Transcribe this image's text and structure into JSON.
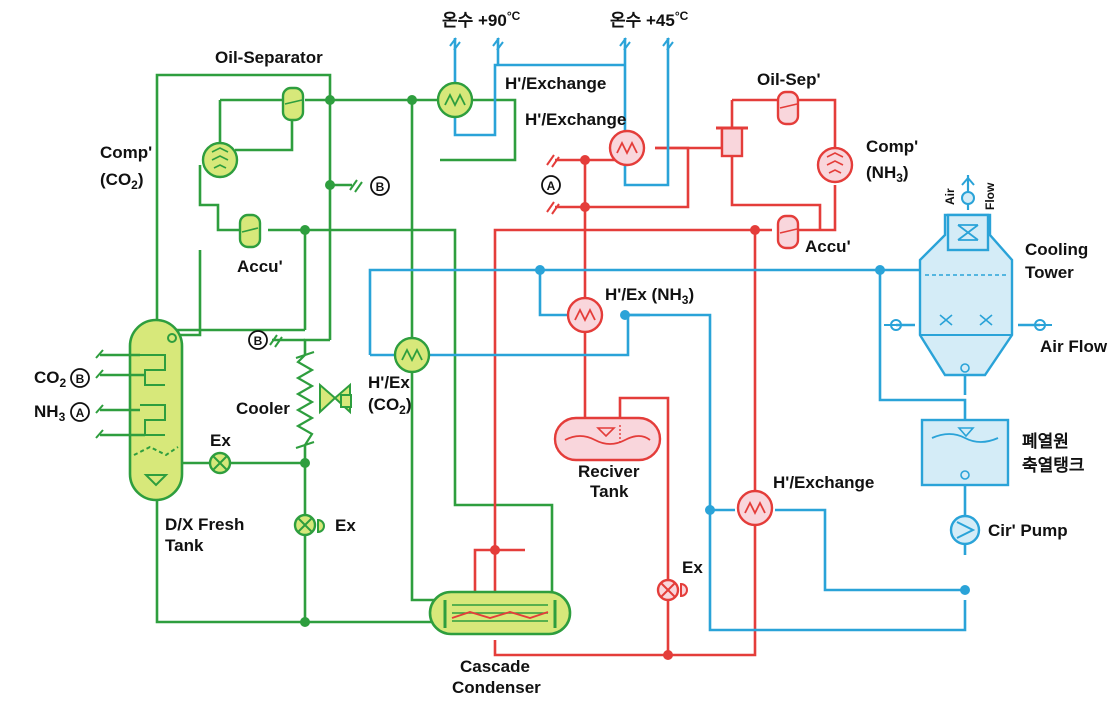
{
  "labels": {
    "oil_separator": "Oil-Separator",
    "comp_co2_line1": "Comp'",
    "comp_co2_line2": "(CO",
    "comp_co2_sub": "2",
    "comp_co2_close": ")",
    "accu_co2": "Accu'",
    "b_marker": "B",
    "a_marker": "A",
    "co2": "CO",
    "co2_sub": "2",
    "nh3": "NH",
    "nh3_sub": "3",
    "cooler": "Cooler",
    "ex": "Ex",
    "dx_fresh": "D/X  Fresh",
    "tank": "Tank",
    "hex_co2_line1": "H'/Ex",
    "hex_co2_line2": "(CO",
    "hex_co2_sub": "2",
    "hex_co2_close": ")",
    "cascade": "Cascade",
    "condenser": "Condenser",
    "hot_water_90": "온수  +90",
    "hot_water_45": "온수  +45",
    "deg_c": "°C",
    "h_exchange_top": "H'/Exchange",
    "h_exchange_mid": "H'/Exchange",
    "oil_sep_nh3": "Oil-Sep'",
    "comp_nh3_line1": "Comp'",
    "comp_nh3_line2": "(NH",
    "comp_nh3_sub": "3",
    "comp_nh3_close": ")",
    "accu_nh3": "Accu'",
    "hex_nh3": "H'/Ex  (NH",
    "hex_nh3_sub": "3",
    "hex_nh3_close": ")",
    "receiver_line1": "Reciver",
    "receiver_line2": "Tank",
    "h_exchange_bottom": "H'/Exchange",
    "air": "Air",
    "flow": "Flow",
    "cooling_line1": "Cooling",
    "cooling_line2": "Tower",
    "air_flow": "Air Flow",
    "waste_heat_line1": "폐열원",
    "waste_heat_line2": "축열탱크",
    "cir_pump": "Cir' Pump"
  },
  "colors": {
    "co2_loop": "#2e9e3e",
    "nh3_loop": "#e43d3a",
    "water_loop": "#2aa3d8",
    "co2_fill": "#d7e87a",
    "nh3_fill": "#f9d6dc",
    "water_fill": "#d4ecf7"
  }
}
